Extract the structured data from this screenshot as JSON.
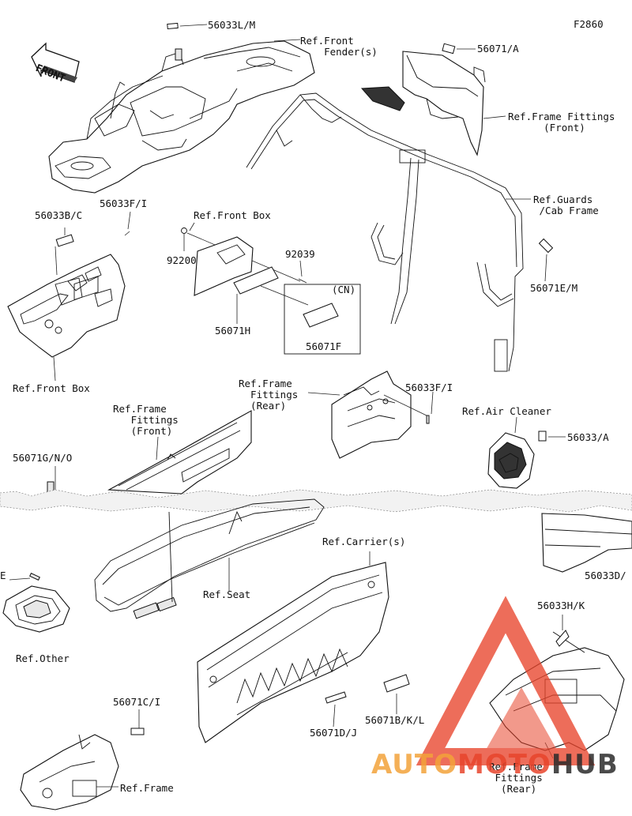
{
  "diagram_code": "F2860",
  "front_arrow_label": "FRONT",
  "labels": {
    "l_56033LM": "56033L/M",
    "l_ref_front_fender": "Ref.Front\n    Fender(s)",
    "l_56071A": "56071/A",
    "l_ref_frame_fittings_front_top": "Ref.Frame Fittings\n      (Front)",
    "l_ref_guards": "Ref.Guards\n /Cab Frame",
    "l_56033BC": "56033B/C",
    "l_56033FI_left": "56033F/I",
    "l_ref_front_box_top": "Ref.Front Box",
    "l_92200": "92200",
    "l_92039": "92039",
    "l_cn": "(CN)",
    "l_56071EM": "56071E/M",
    "l_56071H": "56071H",
    "l_56071F": "56071F",
    "l_ref_front_box_bottom": "Ref.Front Box",
    "l_ref_frame_rear_mid": "Ref.Frame\n  Fittings\n  (Rear)",
    "l_56033FI_mid": "56033F/I",
    "l_ref_air_cleaner": "Ref.Air Cleaner",
    "l_ref_frame_fittings_front_mid": "Ref.Frame\n   Fittings\n   (Front)",
    "l_56033A": "56033/A",
    "l_56071GNO": "56071G/N/O",
    "l_ref_carriers": "Ref.Carrier(s)",
    "l_56033D": "56033D/",
    "l_E": "E",
    "l_ref_seat": "Ref.Seat",
    "l_56033HK": "56033H/K",
    "l_ref_other": "Ref.Other",
    "l_56071CI": "56071C/I",
    "l_56071DJ": "56071D/J",
    "l_56071BKL": "56071B/K/L",
    "l_ref_frame_bottom": "Ref.Frame",
    "l_ref_frame_fittings_rear_bottom": "Ref.Frame\n Fittings\n  (Rear)"
  },
  "watermark": {
    "part1": "AUTO",
    "part2": "MOTO",
    "part3": "HUB",
    "color_red": "#e8452c",
    "color_orange": "#f3a33a",
    "color_dark": "#2b2b2b"
  }
}
